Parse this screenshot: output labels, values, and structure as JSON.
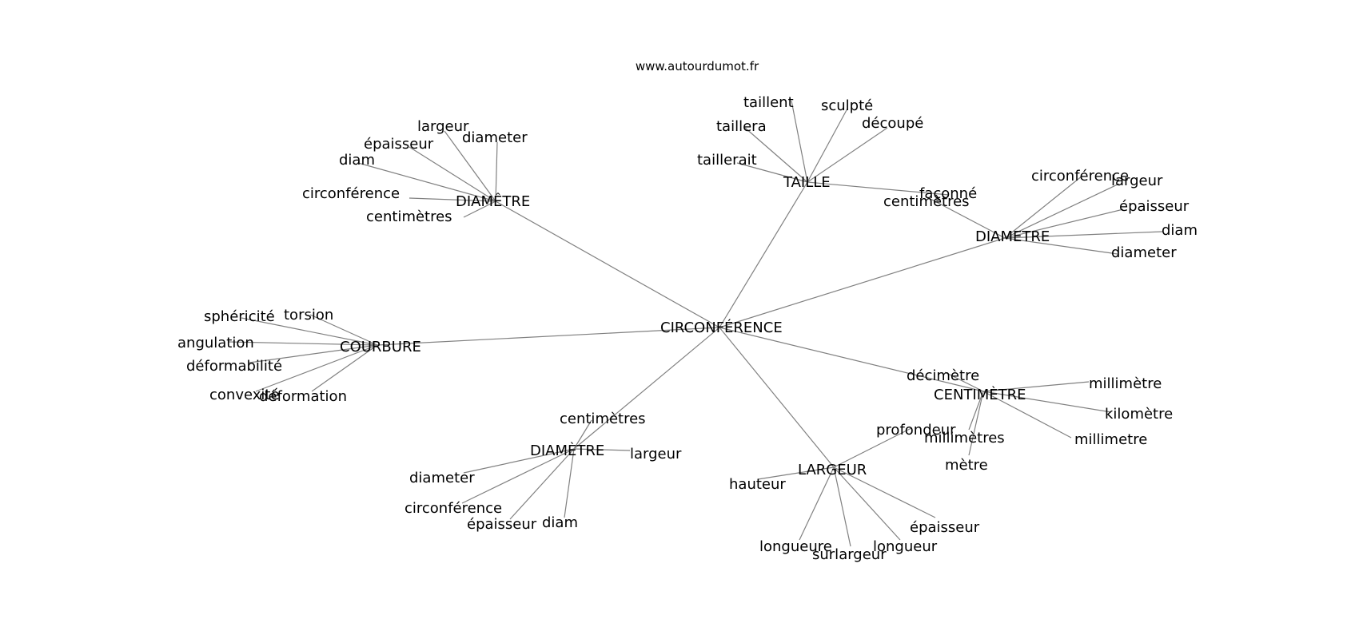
{
  "source": "www.autourdumot.fr",
  "colors": {
    "edge": "#808080",
    "text": "#000000",
    "background": "#ffffff"
  },
  "graph": {
    "center": {
      "id": "center",
      "label": "CIRCONFÉRENCE"
    },
    "hubs": [
      {
        "id": "taille",
        "label": "TAILLE",
        "leaves": [
          "taillent",
          "sculpté",
          "taillera",
          "découpé",
          "taillerait",
          "façonné"
        ]
      },
      {
        "id": "diametre-top-left",
        "label": "DIAMÊTRE",
        "leaves": [
          "largeur",
          "épaisseur",
          "diameter",
          "diam",
          "circonférence",
          "centimètres"
        ]
      },
      {
        "id": "diametre-right",
        "label": "DIAMETRE",
        "leaves": [
          "circonférence",
          "largeur",
          "épaisseur",
          "diam",
          "diameter",
          "centimètres"
        ]
      },
      {
        "id": "courbure",
        "label": "COURBURE",
        "leaves": [
          "sphéricité",
          "torsion",
          "angulation",
          "déformabilité",
          "convexité",
          "déformation"
        ]
      },
      {
        "id": "centimetre",
        "label": "CENTIMÈTRE",
        "leaves": [
          "décimètre",
          "millimètre",
          "kilomètre",
          "millimetre",
          "millimètres",
          "mètre"
        ]
      },
      {
        "id": "diametre-bottom",
        "label": "DIAMÈTRE",
        "leaves": [
          "centimètres",
          "largeur",
          "diameter",
          "circonférence",
          "épaisseur",
          "diam"
        ]
      },
      {
        "id": "largeur",
        "label": "LARGEUR",
        "leaves": [
          "profondeur",
          "hauteur",
          "épaisseur",
          "longueure",
          "surlargeur",
          "longueur"
        ]
      }
    ]
  }
}
